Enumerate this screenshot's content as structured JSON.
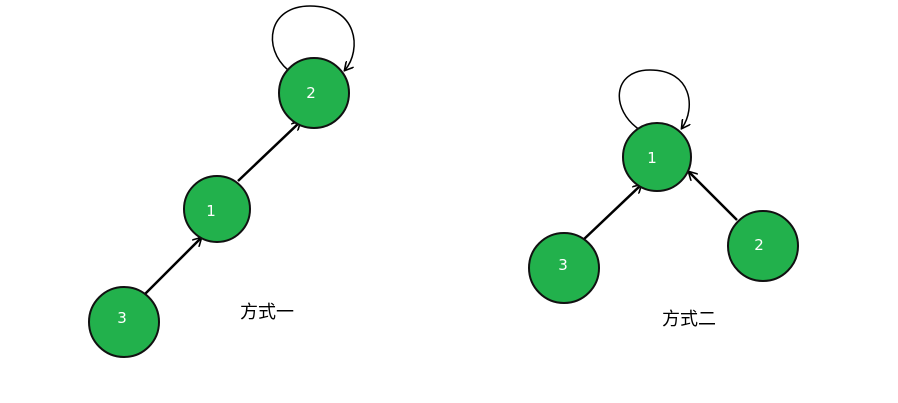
{
  "diagrams": [
    {
      "caption": "方式一",
      "nodes": [
        {
          "id": "d1-node-2",
          "label": "2"
        },
        {
          "id": "d1-node-1",
          "label": "1"
        },
        {
          "id": "d1-node-3",
          "label": "3"
        }
      ],
      "edges": [
        {
          "from": "3",
          "to": "1"
        },
        {
          "from": "1",
          "to": "2"
        }
      ],
      "self_loops": [
        "2"
      ]
    },
    {
      "caption": "方式二",
      "nodes": [
        {
          "id": "d2-node-1",
          "label": "1"
        },
        {
          "id": "d2-node-3",
          "label": "3"
        },
        {
          "id": "d2-node-2",
          "label": "2"
        }
      ],
      "edges": [
        {
          "from": "3",
          "to": "1"
        },
        {
          "from": "2",
          "to": "1"
        }
      ],
      "self_loops": [
        "1"
      ]
    }
  ],
  "colors": {
    "node_fill": "#22b14c",
    "edge": "#000000"
  }
}
